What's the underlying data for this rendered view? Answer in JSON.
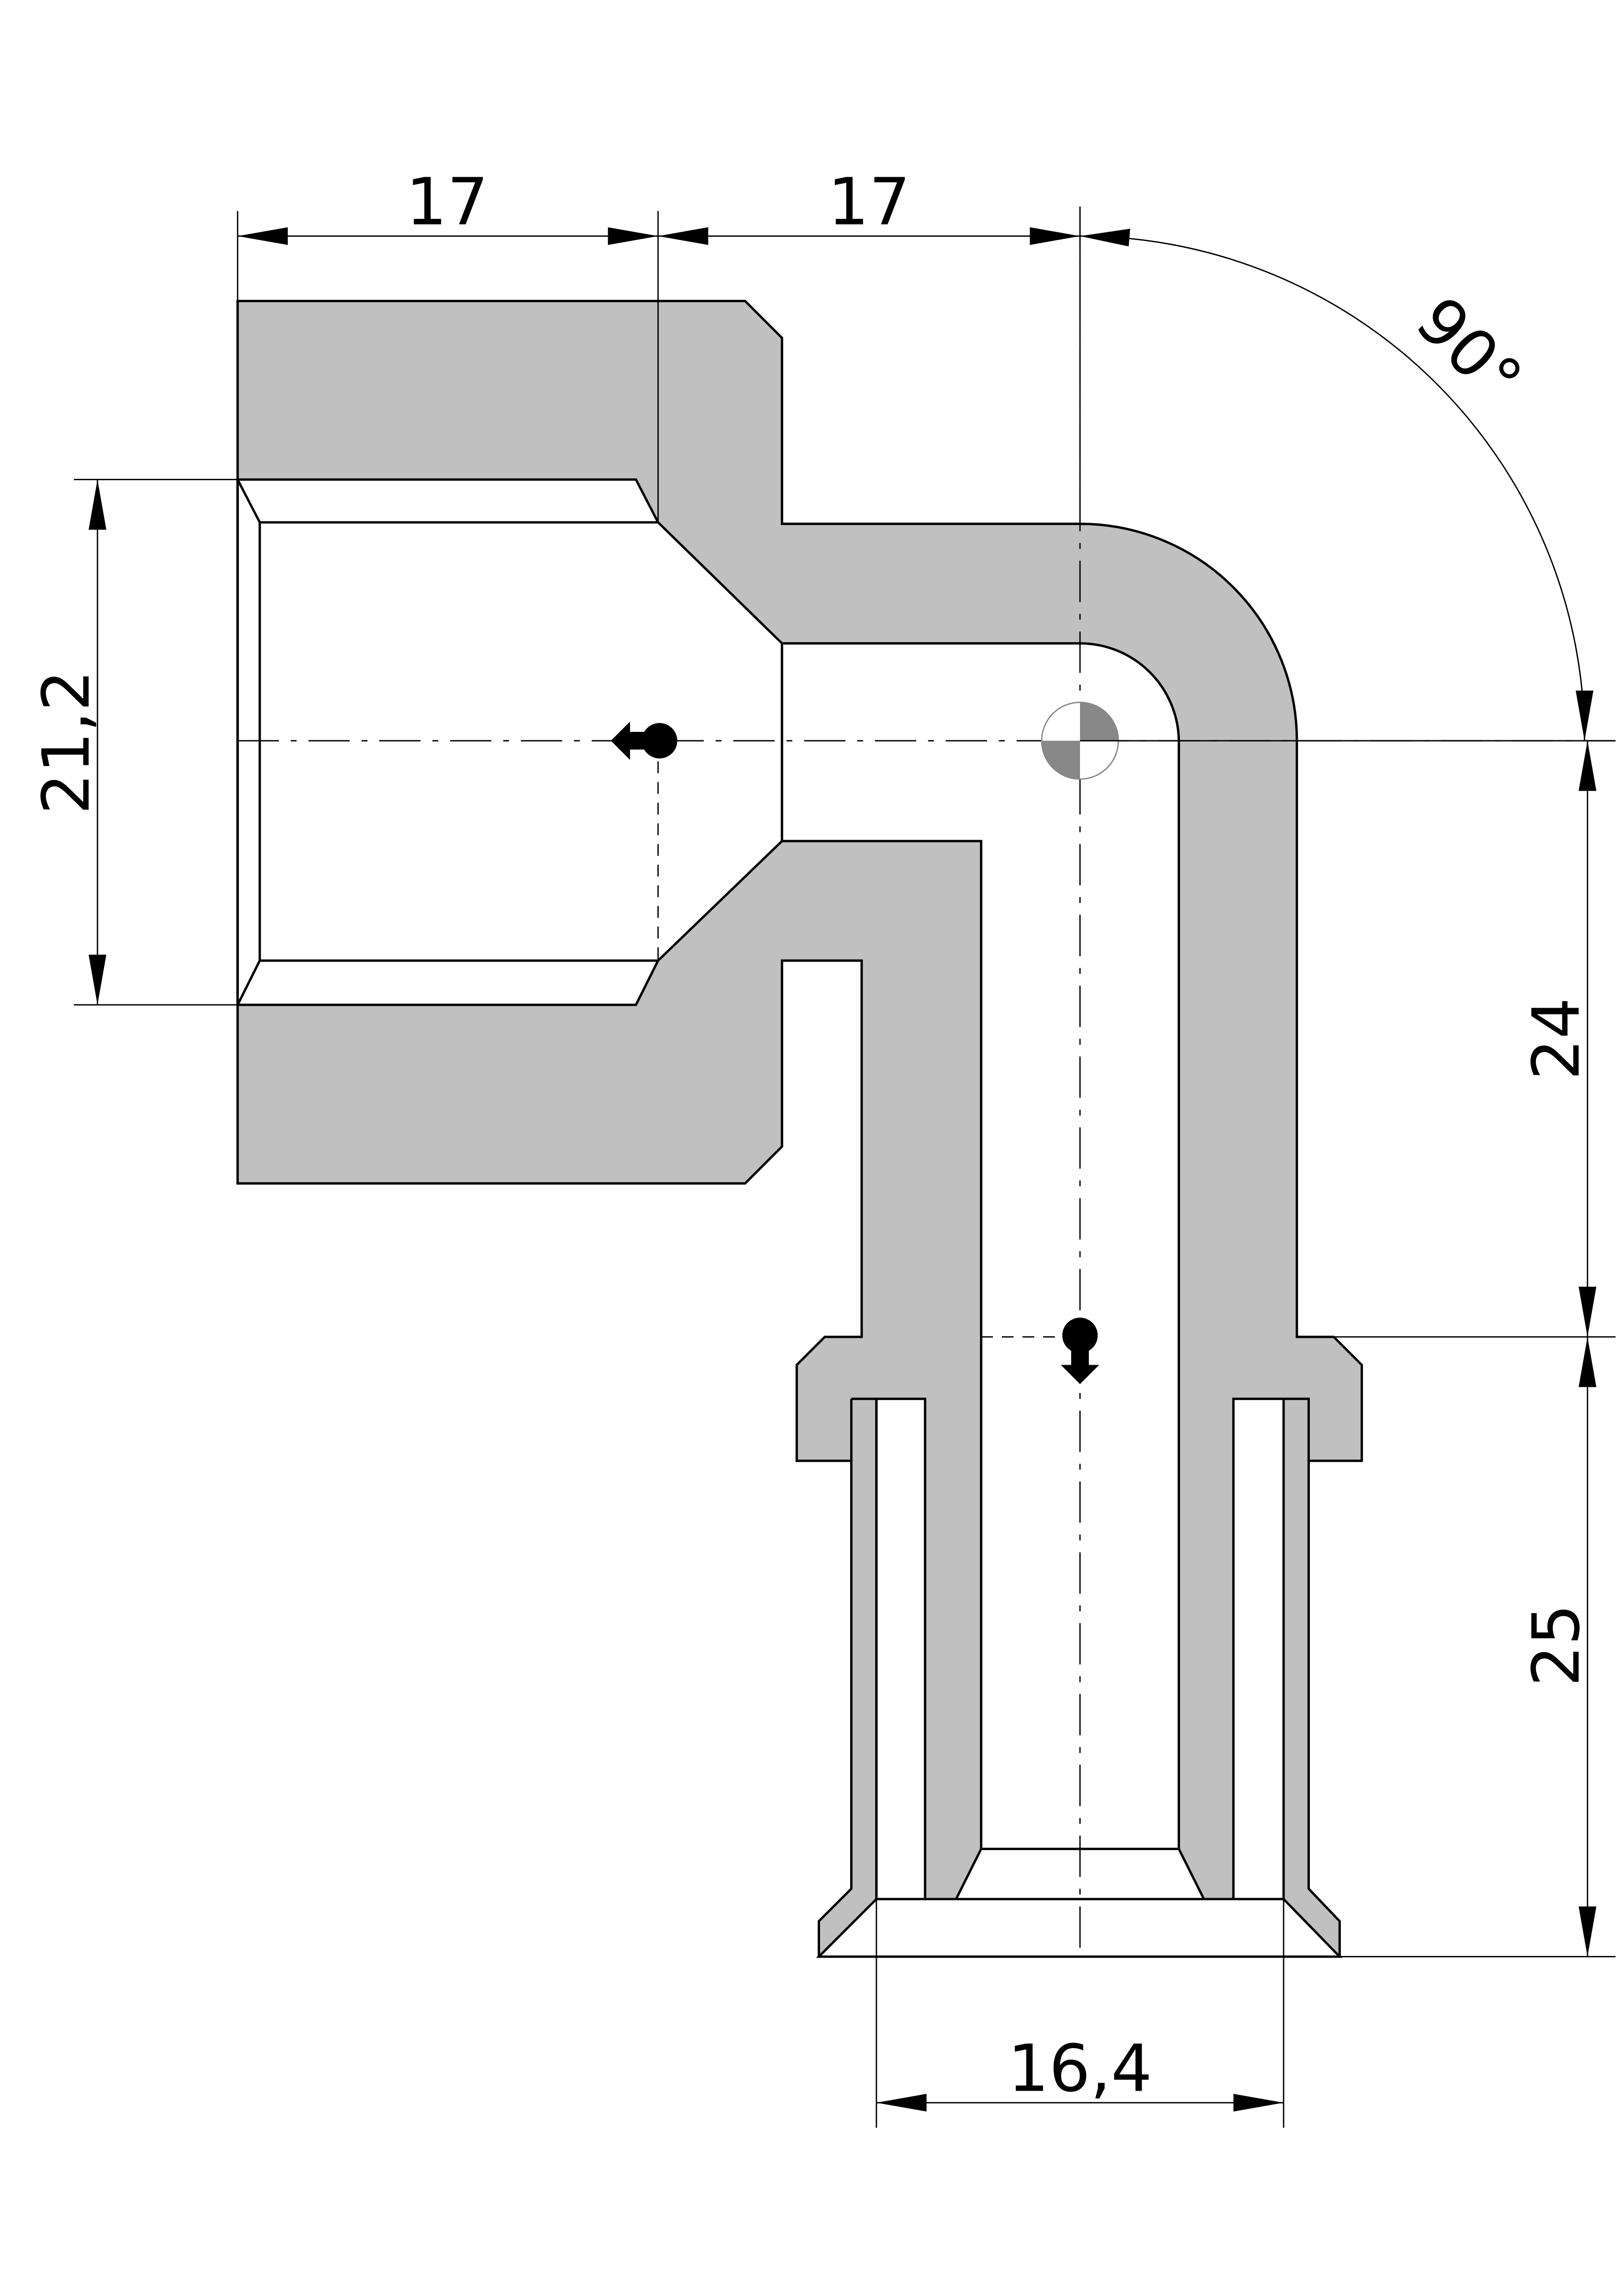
{
  "dimensions": {
    "left_length": "17",
    "right_length": "17",
    "angle": "90°",
    "bore_diameter": "21,2",
    "vertical_upper": "24",
    "vertical_lower": "25",
    "hose_diameter": "16,4"
  },
  "colors": {
    "section_fill": "#c0c0c0",
    "line": "#000000"
  }
}
